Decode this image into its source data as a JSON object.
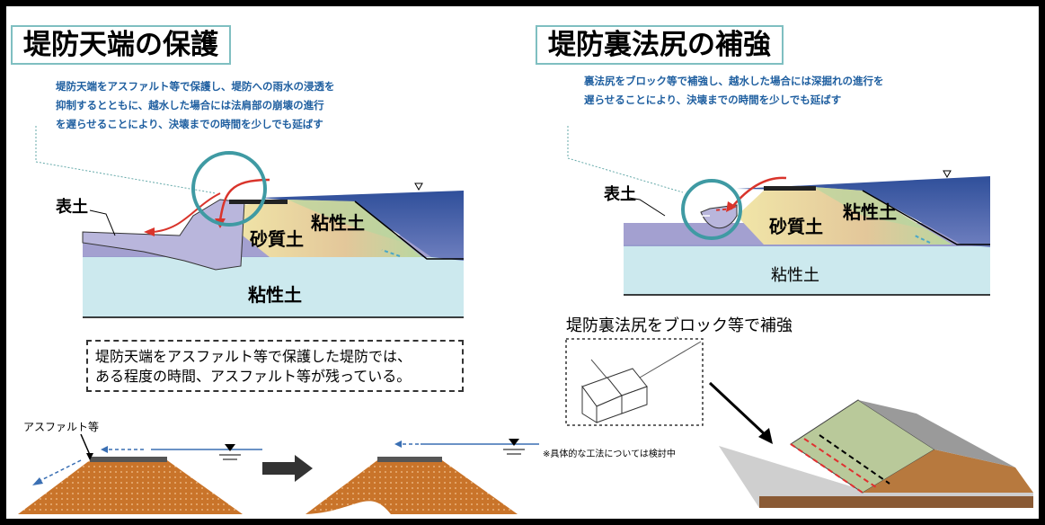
{
  "left": {
    "title": "堤防天端の保護",
    "description": "堤防天端をアスファルト等で保護し、堤防への雨水の浸透を\n抑制するとともに、越水した場合には法肩部の崩壊の進行\nを遅らせることにより、決壊までの時間を少しでも延ばす",
    "labels": {
      "topsoil": "表土",
      "sandy": "砂質土",
      "clay_upper": "粘性土",
      "clay_lower": "粘性土"
    },
    "note": "堤防天端をアスファルト等で保護した堤防では、\nある程度の時間、アスファルト等が残っている。",
    "asphalt_label": "アスファルト等"
  },
  "right": {
    "title": "堤防裏法尻の補強",
    "description": "裏法尻をブロック等で補強し、越水した場合には深掘れの進行を\n遅らせることにより、決壊までの時間を少しでも延ばす",
    "labels": {
      "topsoil": "表土",
      "sandy": "砂質土",
      "clay_upper": "粘性土",
      "clay_lower": "粘性土"
    },
    "block_caption": "堤防裏法尻をブロック等で補強",
    "study_note": "※具体的な工法については検討中"
  },
  "colors": {
    "title_border": "#7fbfc1",
    "desc_text": "#1f5fa0",
    "water": "#2f4f9a",
    "clay_layer": "#cce9ee",
    "sand_layer": "#e9d6a0",
    "embankment_soil": "#c9742a",
    "flow_arrow": "#d9342b",
    "highlight_circle": "#3f9aa3"
  }
}
